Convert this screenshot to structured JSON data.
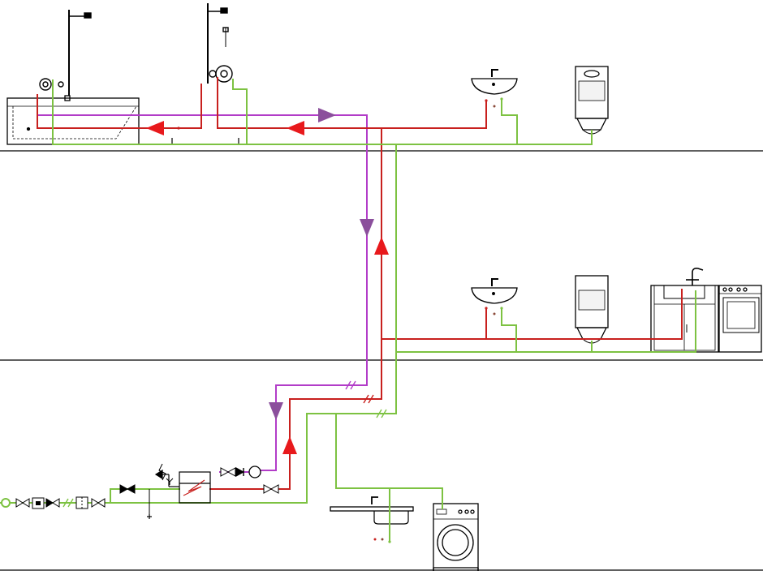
{
  "diagram": {
    "kind": "domestic water supply schematic",
    "floors": 3,
    "colors": {
      "cold_water": "#7dc242",
      "hot_water": "#c8201e",
      "circulation": "#b23cc8",
      "arrow_hot": "#e8191c",
      "arrow_circulation": "#8b4f9c",
      "fixture": "#000000"
    },
    "fixtures": [
      "bathtub",
      "shower",
      "washbasin",
      "wc",
      "washbasin",
      "wc",
      "kitchen-sink",
      "dishwasher",
      "utility-sink",
      "washing-machine",
      "water-meter",
      "water-heater"
    ]
  }
}
